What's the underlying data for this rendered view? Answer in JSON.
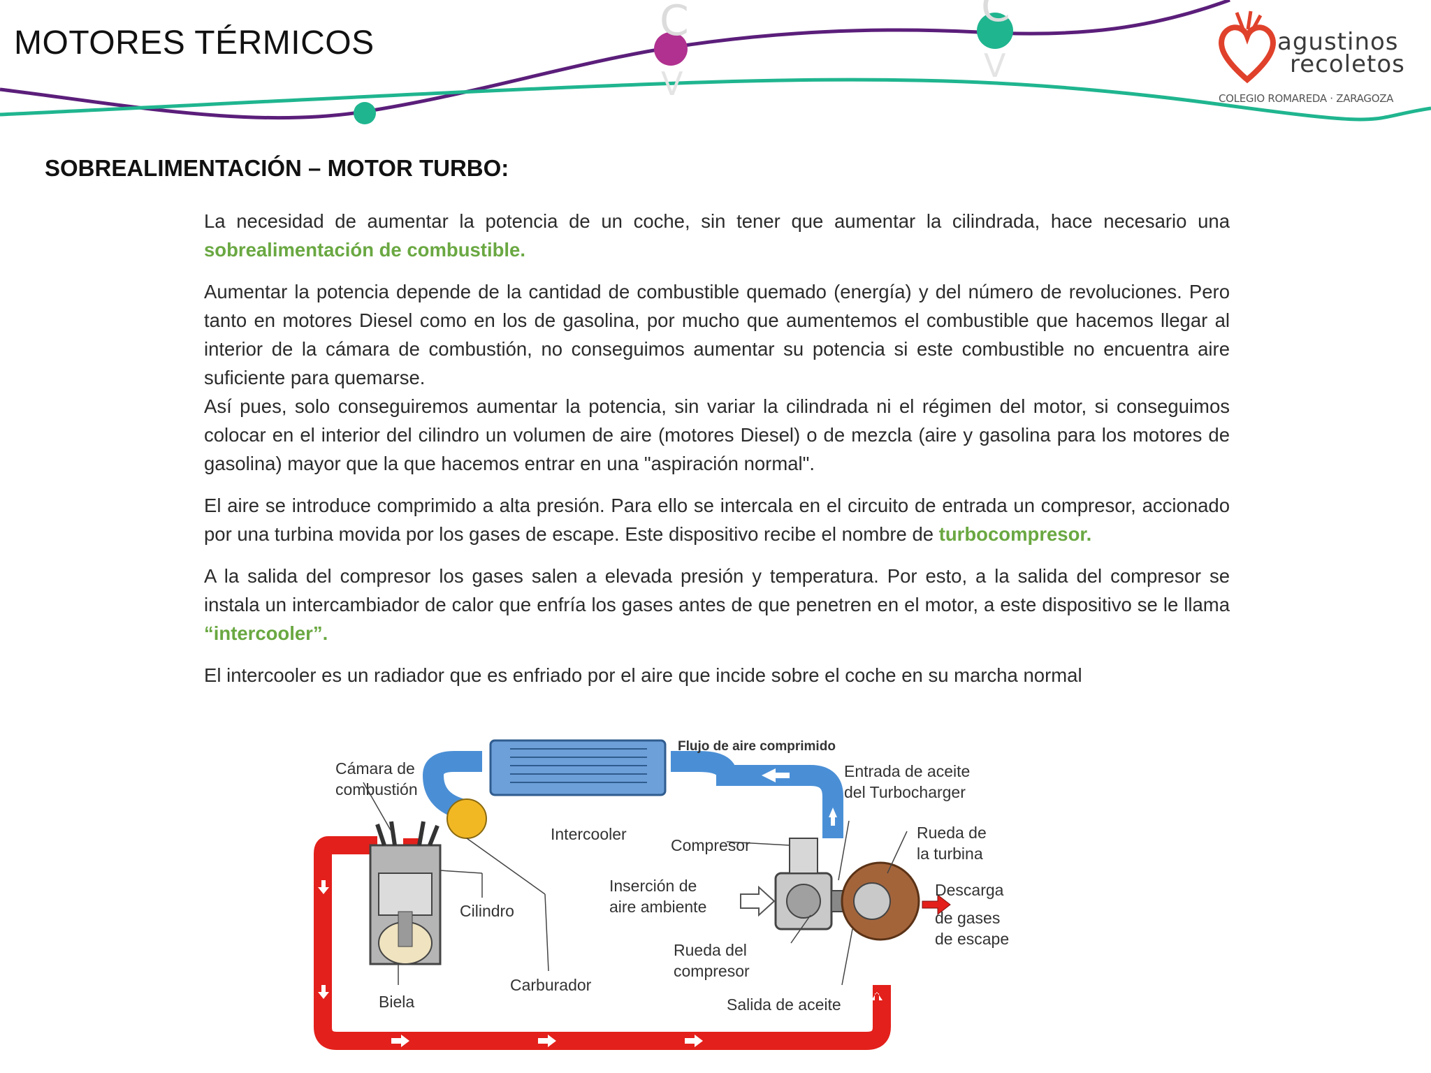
{
  "header": {
    "title": "MOTORES TÉRMICOS",
    "logo": {
      "line1": "agustinos",
      "line2": "recoletos",
      "line3": "COLEGIO ROMAREDA · ZARAGOZA"
    }
  },
  "content": {
    "section_title": "SOBREALIMENTACIÓN – MOTOR TURBO:",
    "p1": {
      "text": "La necesidad de aumentar la potencia de un coche, sin tener que aumentar la cilindrada, hace necesario una ",
      "highlight": "sobrealimentación de combustible."
    },
    "p2": "Aumentar la potencia depende de la cantidad de combustible quemado (energía) y del número de revoluciones. Pero tanto en motores Diesel como en los de gasolina, por mucho que aumentemos el combustible que hacemos llegar al interior de la cámara de combustión, no conseguimos aumentar su potencia si este combustible no encuentra aire suficiente para quemarse.",
    "p2b": "Así pues, solo conseguiremos aumentar la potencia, sin variar la cilindrada ni el régimen del motor, si conseguimos colocar en el interior del cilindro un volumen de aire (motores Diesel) o de mezcla (aire y gasolina para los motores de gasolina) mayor que la que hacemos entrar en una \"aspiración normal\".",
    "p3": {
      "text": "El aire se introduce comprimido a alta presión. Para ello se intercala en el circuito de entrada un compresor, accionado por una turbina movida por los gases de escape. Este dispositivo recibe el nombre de ",
      "highlight": "turbocompresor."
    },
    "p4": {
      "text": "A la salida del compresor los gases salen a elevada presión y temperatura. Por esto, a la salida del compresor se instala un intercambiador de calor que enfría los gases antes de que penetren en el motor, a este dispositivo se le llama ",
      "highlight": "“intercooler”."
    },
    "p5": "El intercooler es un radiador que es enfriado por el aire que incide sobre el coche en su marcha normal"
  },
  "diagram": {
    "labels": {
      "flujo": "Flujo de aire comprimido",
      "camara_1": "Cámara de",
      "camara_2": "combustión",
      "entrada_1": "Entrada de aceite",
      "entrada_2": "del Turbocharger",
      "intercooler": "Intercooler",
      "compresor": "Compresor",
      "rueda_turbina_1": "Rueda de",
      "rueda_turbina_2": "la turbina",
      "insercion_1": "Inserción de",
      "insercion_2": "aire ambiente",
      "cilindro": "Cilindro",
      "descarga_1": "Descarga",
      "descarga_2": "de gases",
      "descarga_3": "de escape",
      "rueda_compresor_1": "Rueda del",
      "rueda_compresor_2": "compresor",
      "biela": "Biela",
      "carburador": "Carburador",
      "salida": "Salida de aceite"
    }
  },
  "colors": {
    "accent_green": "#6aa842",
    "purple": "#5b1e7a",
    "teal": "#1fb58f",
    "magenta": "#b0318f",
    "pipe_red": "#e3201b",
    "pipe_blue": "#4a8fd6"
  }
}
